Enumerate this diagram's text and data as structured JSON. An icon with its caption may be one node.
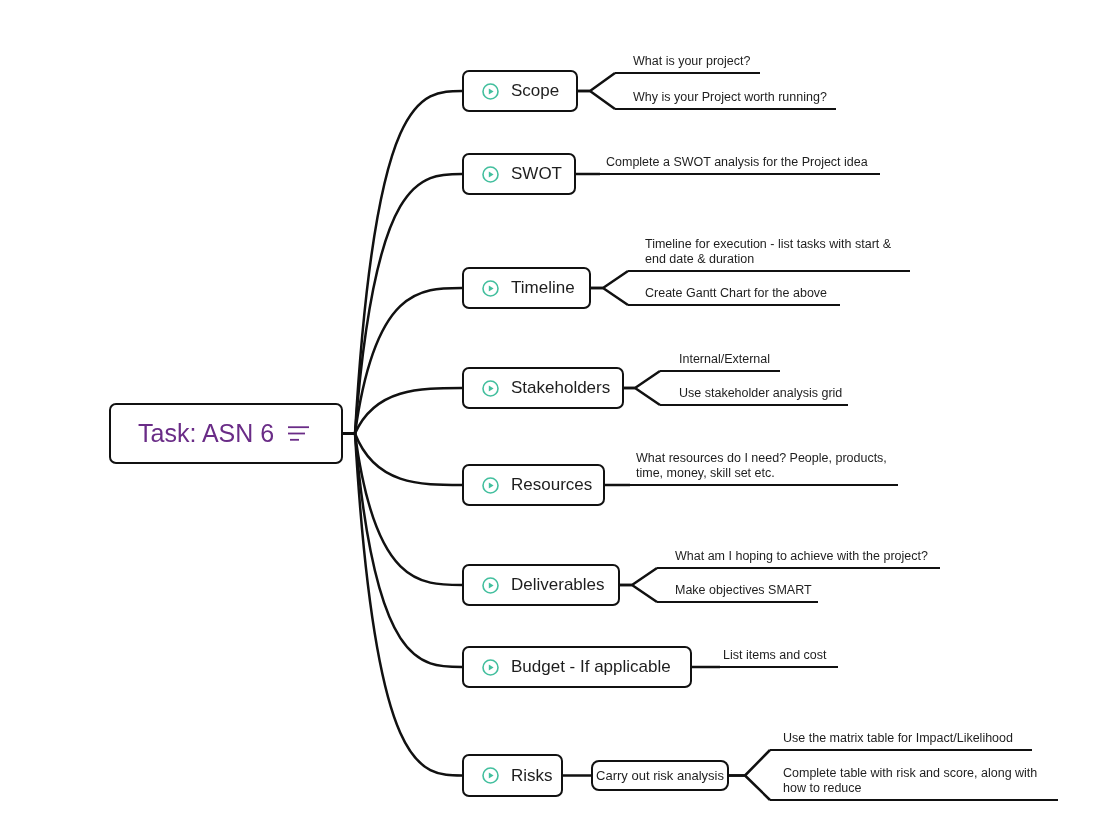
{
  "diagram": {
    "nodes": [
      {
        "text": [
          "Task: ASN 6"
        ]
      },
      {
        "text": [
          "Scope"
        ]
      },
      {
        "text": [
          "SWOT"
        ]
      },
      {
        "text": [
          "Timeline"
        ]
      },
      {
        "text": [
          "Stakeholders"
        ]
      },
      {
        "text": [
          "Resources"
        ]
      },
      {
        "text": [
          "Deliverables"
        ]
      },
      {
        "text": [
          "Budget - If applicable"
        ]
      },
      {
        "text": [
          "Risks"
        ]
      },
      {
        "text": [
          "Carry out risk analysis"
        ]
      },
      {
        "text": [
          "What is your project?"
        ]
      },
      {
        "text": [
          "Why is your Project worth running?"
        ]
      },
      {
        "text": [
          "Complete a SWOT analysis for the Project idea"
        ]
      },
      {
        "text": [
          "Timeline for execution - list tasks with start & end date & duration"
        ]
      },
      {
        "text": [
          "Create Gantt Chart for the above"
        ]
      },
      {
        "text": [
          "Internal/External"
        ]
      },
      {
        "text": [
          "Use stakeholder analysis grid"
        ]
      },
      {
        "text": [
          "What resources do I need? People, products, time, money, skill set etc."
        ]
      },
      {
        "text": [
          "What am I hoping to achieve with the project?"
        ]
      },
      {
        "text": [
          "Make objectives SMART"
        ]
      },
      {
        "text": [
          "List items and cost"
        ]
      },
      {
        "text": [
          "Use the matrix table for Impact/Likelihood"
        ]
      },
      {
        "text": [
          "Complete table with risk and score, along with how to reduce"
        ]
      }
    ],
    "edges": [
      {
        "from": 0,
        "to": 1,
        "arrow": "none"
      },
      {
        "from": 0,
        "to": 2,
        "arrow": "none"
      },
      {
        "from": 0,
        "to": 3,
        "arrow": "none"
      },
      {
        "from": 0,
        "to": 4,
        "arrow": "none"
      },
      {
        "from": 0,
        "to": 5,
        "arrow": "none"
      },
      {
        "from": 0,
        "to": 6,
        "arrow": "none"
      },
      {
        "from": 0,
        "to": 7,
        "arrow": "none"
      },
      {
        "from": 0,
        "to": 8,
        "arrow": "none"
      },
      {
        "from": 1,
        "to": 10,
        "arrow": "none"
      },
      {
        "from": 1,
        "to": 11,
        "arrow": "none"
      },
      {
        "from": 2,
        "to": 12,
        "arrow": "none"
      },
      {
        "from": 3,
        "to": 13,
        "arrow": "none"
      },
      {
        "from": 3,
        "to": 14,
        "arrow": "none"
      },
      {
        "from": 4,
        "to": 15,
        "arrow": "none"
      },
      {
        "from": 4,
        "to": 16,
        "arrow": "none"
      },
      {
        "from": 5,
        "to": 17,
        "arrow": "none"
      },
      {
        "from": 6,
        "to": 18,
        "arrow": "none"
      },
      {
        "from": 6,
        "to": 19,
        "arrow": "none"
      },
      {
        "from": 7,
        "to": 20,
        "arrow": "none"
      },
      {
        "from": 8,
        "to": 9,
        "arrow": "none"
      },
      {
        "from": 9,
        "to": 21,
        "arrow": "none"
      },
      {
        "from": 9,
        "to": 22,
        "arrow": "none"
      }
    ]
  }
}
